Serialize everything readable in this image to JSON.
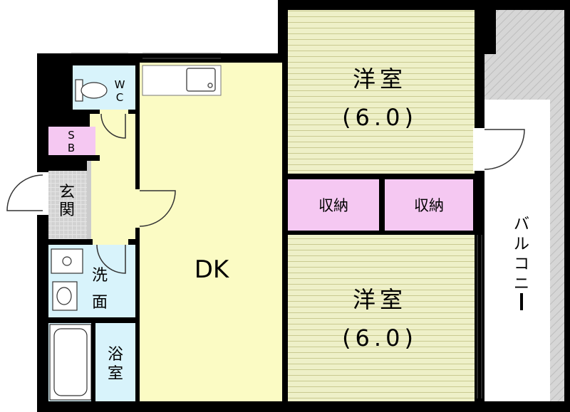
{
  "rooms": {
    "wc": "WC",
    "sb": "SB",
    "entrance": "玄関",
    "washroom": "洗面",
    "bathroom": "浴室",
    "dk": "DK",
    "western_room_top": "洋室",
    "western_room_top_size": "(6.0)",
    "western_room_bottom": "洋室",
    "western_room_bottom_size": "(6.0)",
    "storage_left": "収納",
    "storage_right": "収納",
    "balcony": "バルコニー"
  },
  "colors": {
    "wall": "#000000",
    "tatami_green": "#eef0c8",
    "tatami_line": "#c8c98e",
    "dk_yellow": "#fbfbc4",
    "wet_blue": "#d8f3fb",
    "storage_pink": "#f5c8f2",
    "balcony_gray": "#d4d4d4",
    "entry_tile": "#d9d9d9"
  }
}
